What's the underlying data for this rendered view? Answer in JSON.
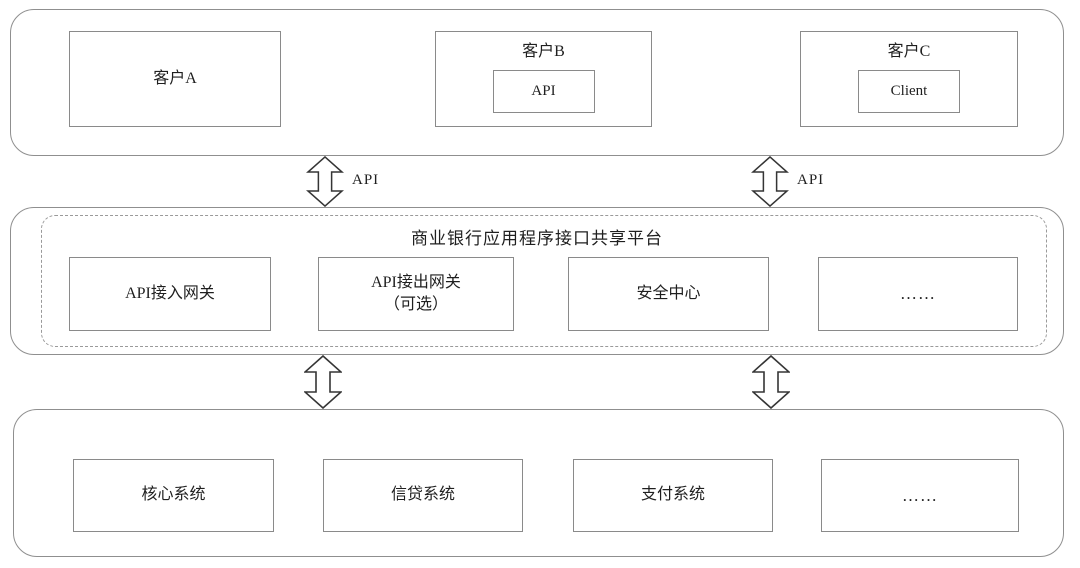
{
  "colors": {
    "band_border": "#8f8f8f",
    "box_border": "#8a8a8a",
    "dashed_border": "#9a9a9a",
    "arrow_stroke": "#353535",
    "text": "#1f1f1f",
    "background": "#ffffff"
  },
  "top_section": {
    "client_a": {
      "label": "客户A"
    },
    "client_b": {
      "label": "客户B",
      "inner": "API"
    },
    "client_c": {
      "label": "客户C",
      "inner": "Client"
    }
  },
  "connectors": {
    "top_left_label": "API",
    "top_right_label": "API"
  },
  "platform_section": {
    "title": "商业银行应用程序接口共享平台",
    "modules": [
      {
        "label": "API接入网关",
        "sublabel": ""
      },
      {
        "label": "API接出网关",
        "sublabel": "（可选）"
      },
      {
        "label": "安全中心",
        "sublabel": ""
      },
      {
        "label": "……",
        "sublabel": ""
      }
    ]
  },
  "backend_section": {
    "systems": [
      {
        "label": "核心系统"
      },
      {
        "label": "信贷系统"
      },
      {
        "label": "支付系统"
      },
      {
        "label": "……"
      }
    ]
  }
}
